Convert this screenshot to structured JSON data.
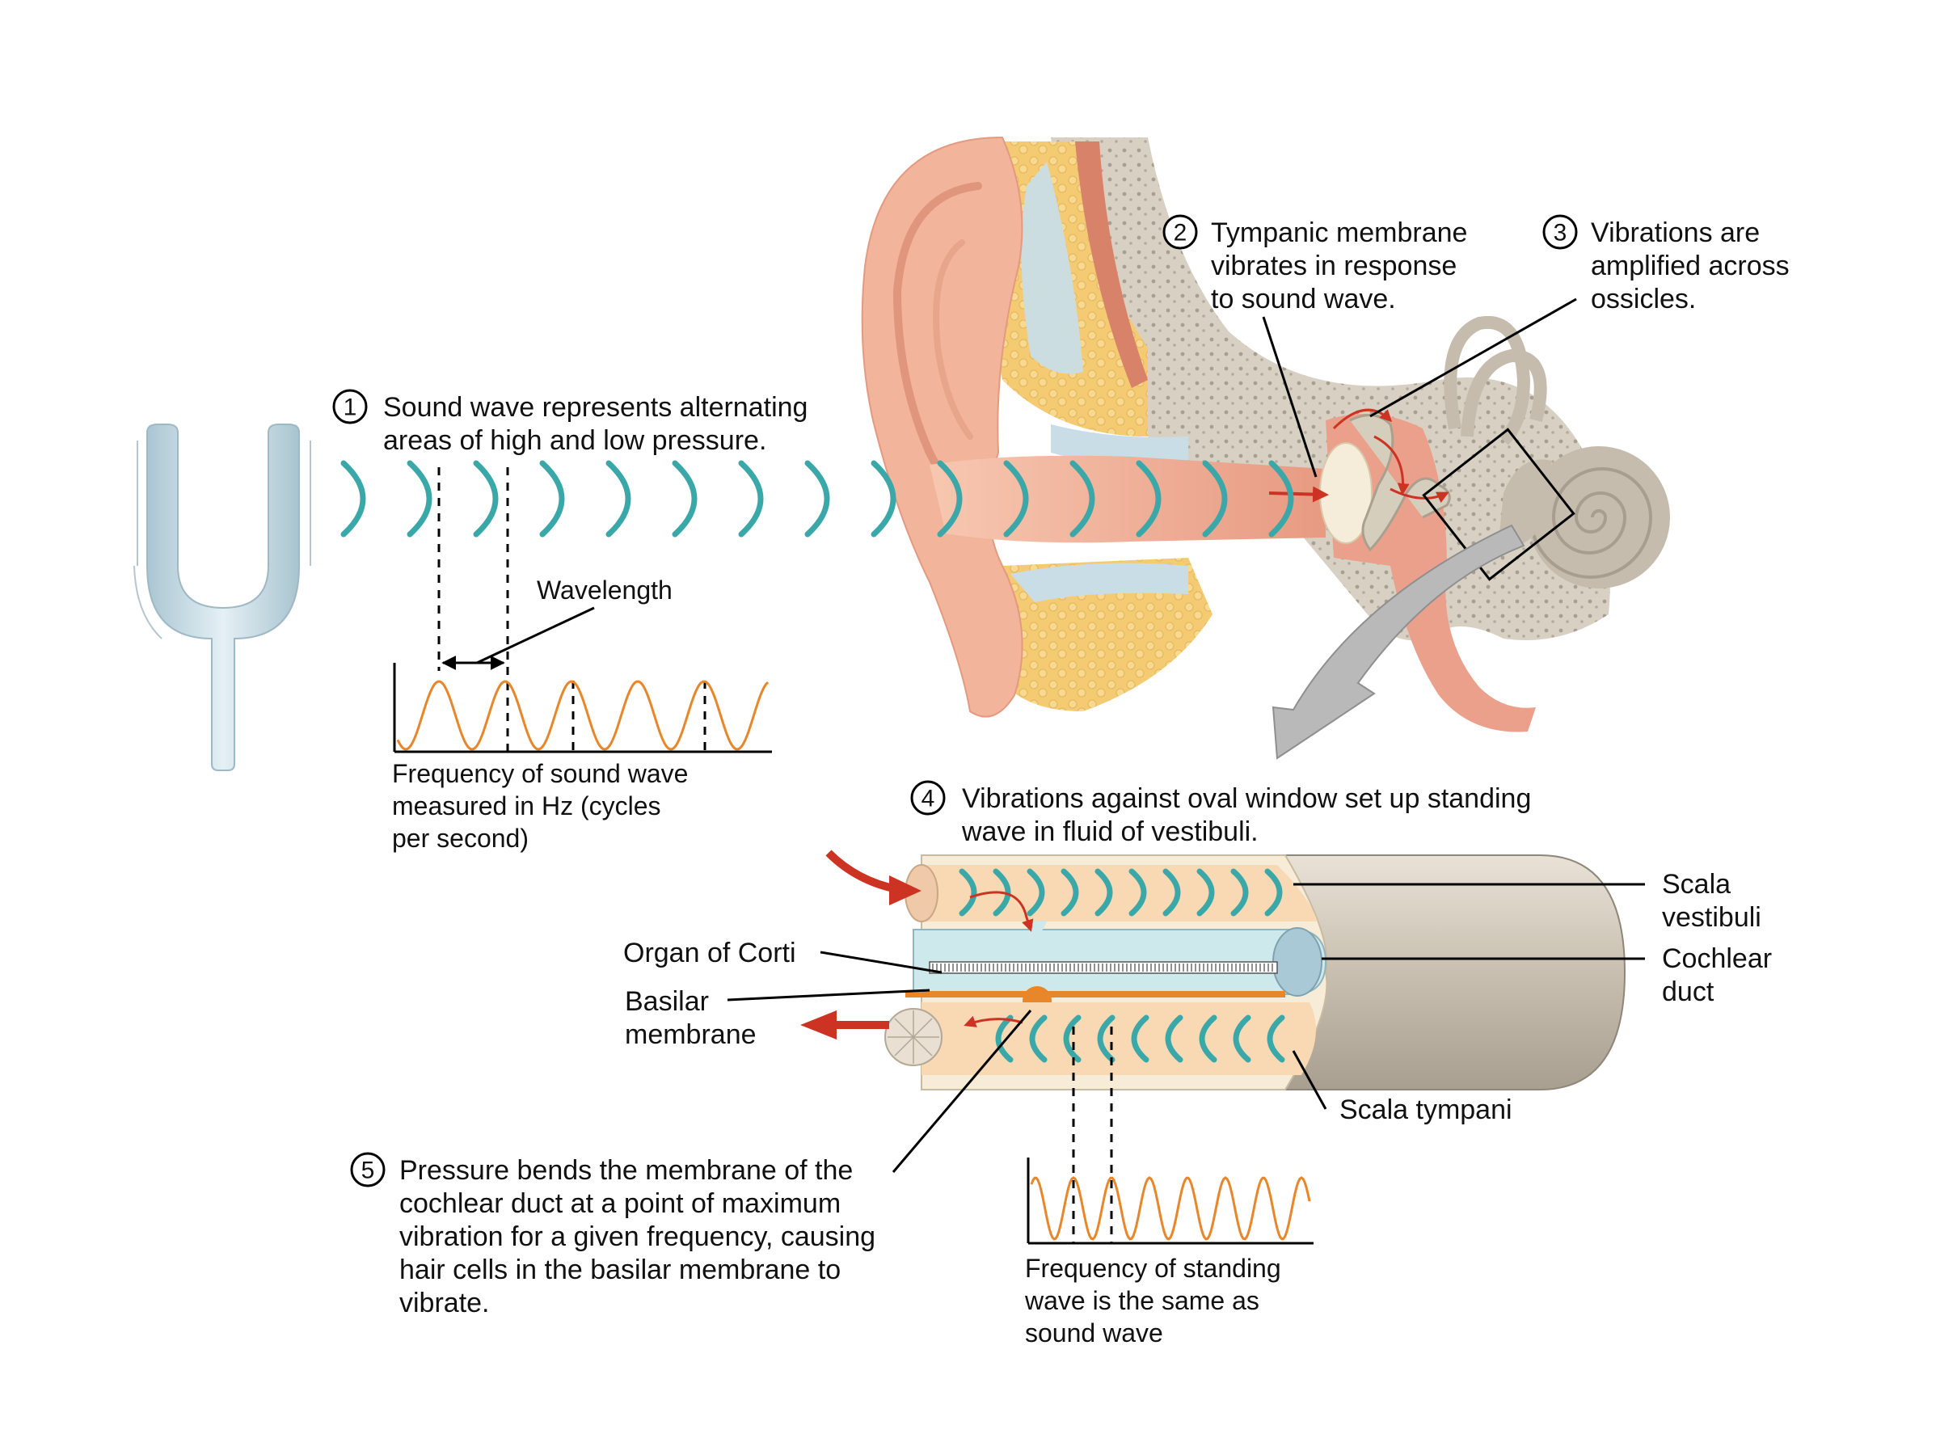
{
  "steps": [
    {
      "number": "1",
      "lines": [
        "Sound wave represents alternating",
        "areas of high and low pressure."
      ]
    },
    {
      "number": "2",
      "lines": [
        "Tympanic membrane",
        "vibrates in response",
        "to sound wave."
      ]
    },
    {
      "number": "3",
      "lines": [
        "Vibrations are",
        "amplified across",
        "ossicles."
      ]
    },
    {
      "number": "4",
      "lines": [
        "Vibrations against oval window set up standing",
        "wave in fluid of vestibuli."
      ]
    },
    {
      "number": "5",
      "lines": [
        "Pressure bends the membrane of the",
        "cochlear duct at a point of maximum",
        "vibration for a given frequency, causing",
        "hair cells in the basilar membrane to",
        "vibrate."
      ]
    }
  ],
  "labels": {
    "wavelength": "Wavelength",
    "frequency_sound": [
      "Frequency of sound wave",
      "measured in Hz (cycles",
      "per second)"
    ],
    "frequency_standing": [
      "Frequency of standing",
      "wave is the same as",
      "sound wave"
    ],
    "scala_vestibuli": [
      "Scala",
      "vestibuli"
    ],
    "cochlear_duct": [
      "Cochlear",
      "duct"
    ],
    "scala_tympani": "Scala tympani",
    "organ_of_corti": "Organ of Corti",
    "basilar_membrane": [
      "Basilar",
      "membrane"
    ]
  },
  "colors": {
    "wave_arc": "#3aa8a8",
    "sine_wave": "#e8862a",
    "arrow_red": "#cc3322",
    "skin": "#f2b49a",
    "skin_light": "#f9d3c0",
    "bone": "#d9d2c4",
    "fat": "#f4cb72",
    "cartilage": "#c9dde6",
    "cochlea_outer": "#c5bcae",
    "tube_fill": "#f8d9b4",
    "duct_fill": "#cde9ec",
    "fork": "#c7dde6"
  }
}
